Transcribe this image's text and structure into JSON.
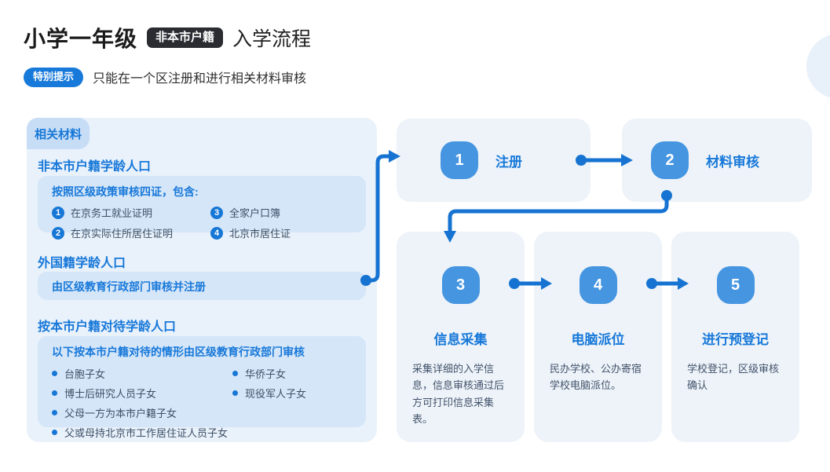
{
  "page": {
    "title": "小学一年级",
    "title_badge": "非本市户籍",
    "title_suffix": "入学流程",
    "tip_badge": "特别提示",
    "tip_text": "只能在一个区注册和进行相关材料审核"
  },
  "colors": {
    "primary_blue": "#1778d9",
    "arrow_blue": "#1673d2",
    "step_circle_blue": "#4595e1",
    "panel_bg": "#e9f1fb",
    "panel_tab_bg": "#c7dcf5",
    "inner_box_bg": "#d5e6f8",
    "card_bg": "#edf3f9",
    "dark_badge_bg": "#2a2c31",
    "body_text": "#3c5066"
  },
  "materials": {
    "tab": "相关材料",
    "sections": [
      {
        "heading": "非本市户籍学龄人口",
        "box": {
          "title": "按照区级政策审核四证，包含:",
          "items": [
            {
              "num": "1",
              "text": "在京务工就业证明"
            },
            {
              "num": "3",
              "text": "全家户口簿"
            },
            {
              "num": "2",
              "text": "在京实际住所居住证明"
            },
            {
              "num": "4",
              "text": "北京市居住证"
            }
          ]
        }
      },
      {
        "heading": "外国籍学龄人口",
        "box": {
          "text": "由区级教育行政部门审核并注册"
        }
      },
      {
        "heading": "按本市户籍对待学龄人口",
        "box": {
          "title": "以下按本市户籍对待的情形由区级教育行政部门审核",
          "bullets": [
            "台胞子女",
            "华侨子女",
            "博士后研究人员子女",
            "现役军人子女",
            "父母一方为本市户籍子女",
            "父或母持北京市工作居住证人员子女"
          ]
        }
      }
    ]
  },
  "flow": {
    "steps": [
      {
        "num": "1",
        "label": "注册",
        "desc": ""
      },
      {
        "num": "2",
        "label": "材料审核",
        "desc": ""
      },
      {
        "num": "3",
        "label": "信息采集",
        "desc": "采集详细的入学信息，信息审核通过后方可打印信息采集表。"
      },
      {
        "num": "4",
        "label": "电脑派位",
        "desc": "民办学校、公办寄宿学校电脑派位。"
      },
      {
        "num": "5",
        "label": "进行预登记",
        "desc": "学校登记，区级审核确认"
      }
    ]
  }
}
